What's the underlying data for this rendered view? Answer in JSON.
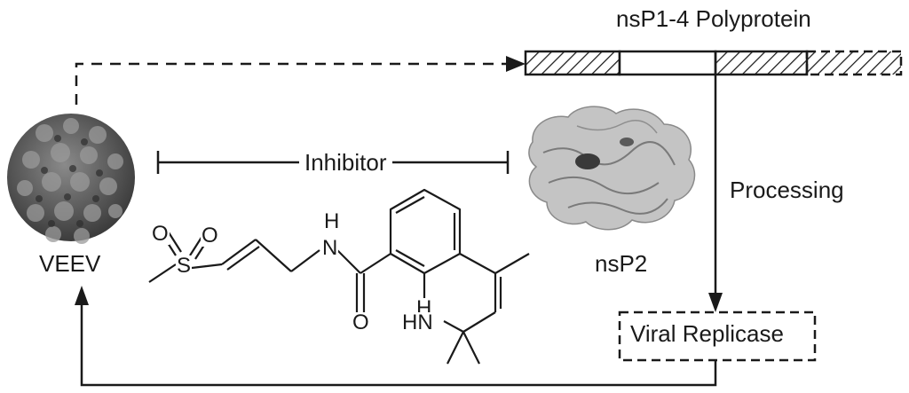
{
  "labels": {
    "polyprotein": "nsP1-4 Polyprotein",
    "processing": "Processing",
    "nsp2": "nsP2",
    "virus": "VEEV",
    "inhibitor": "Inhibitor",
    "replicase": "Viral Replicase"
  },
  "molecule": {
    "atoms": {
      "o1": "O",
      "o2": "O",
      "s": "S",
      "n_amide": "N",
      "h_amide": "H",
      "o_carbonyl": "O",
      "nh_ring": "HN",
      "h_ring": "H"
    }
  },
  "colors": {
    "ink": "#1a1a1a",
    "virus_fill": "#5a5a5a",
    "protein_fill": "#bdbdbd"
  },
  "icons": {
    "virus": "virus-particle-icon",
    "protein": "protein-structure-icon"
  }
}
